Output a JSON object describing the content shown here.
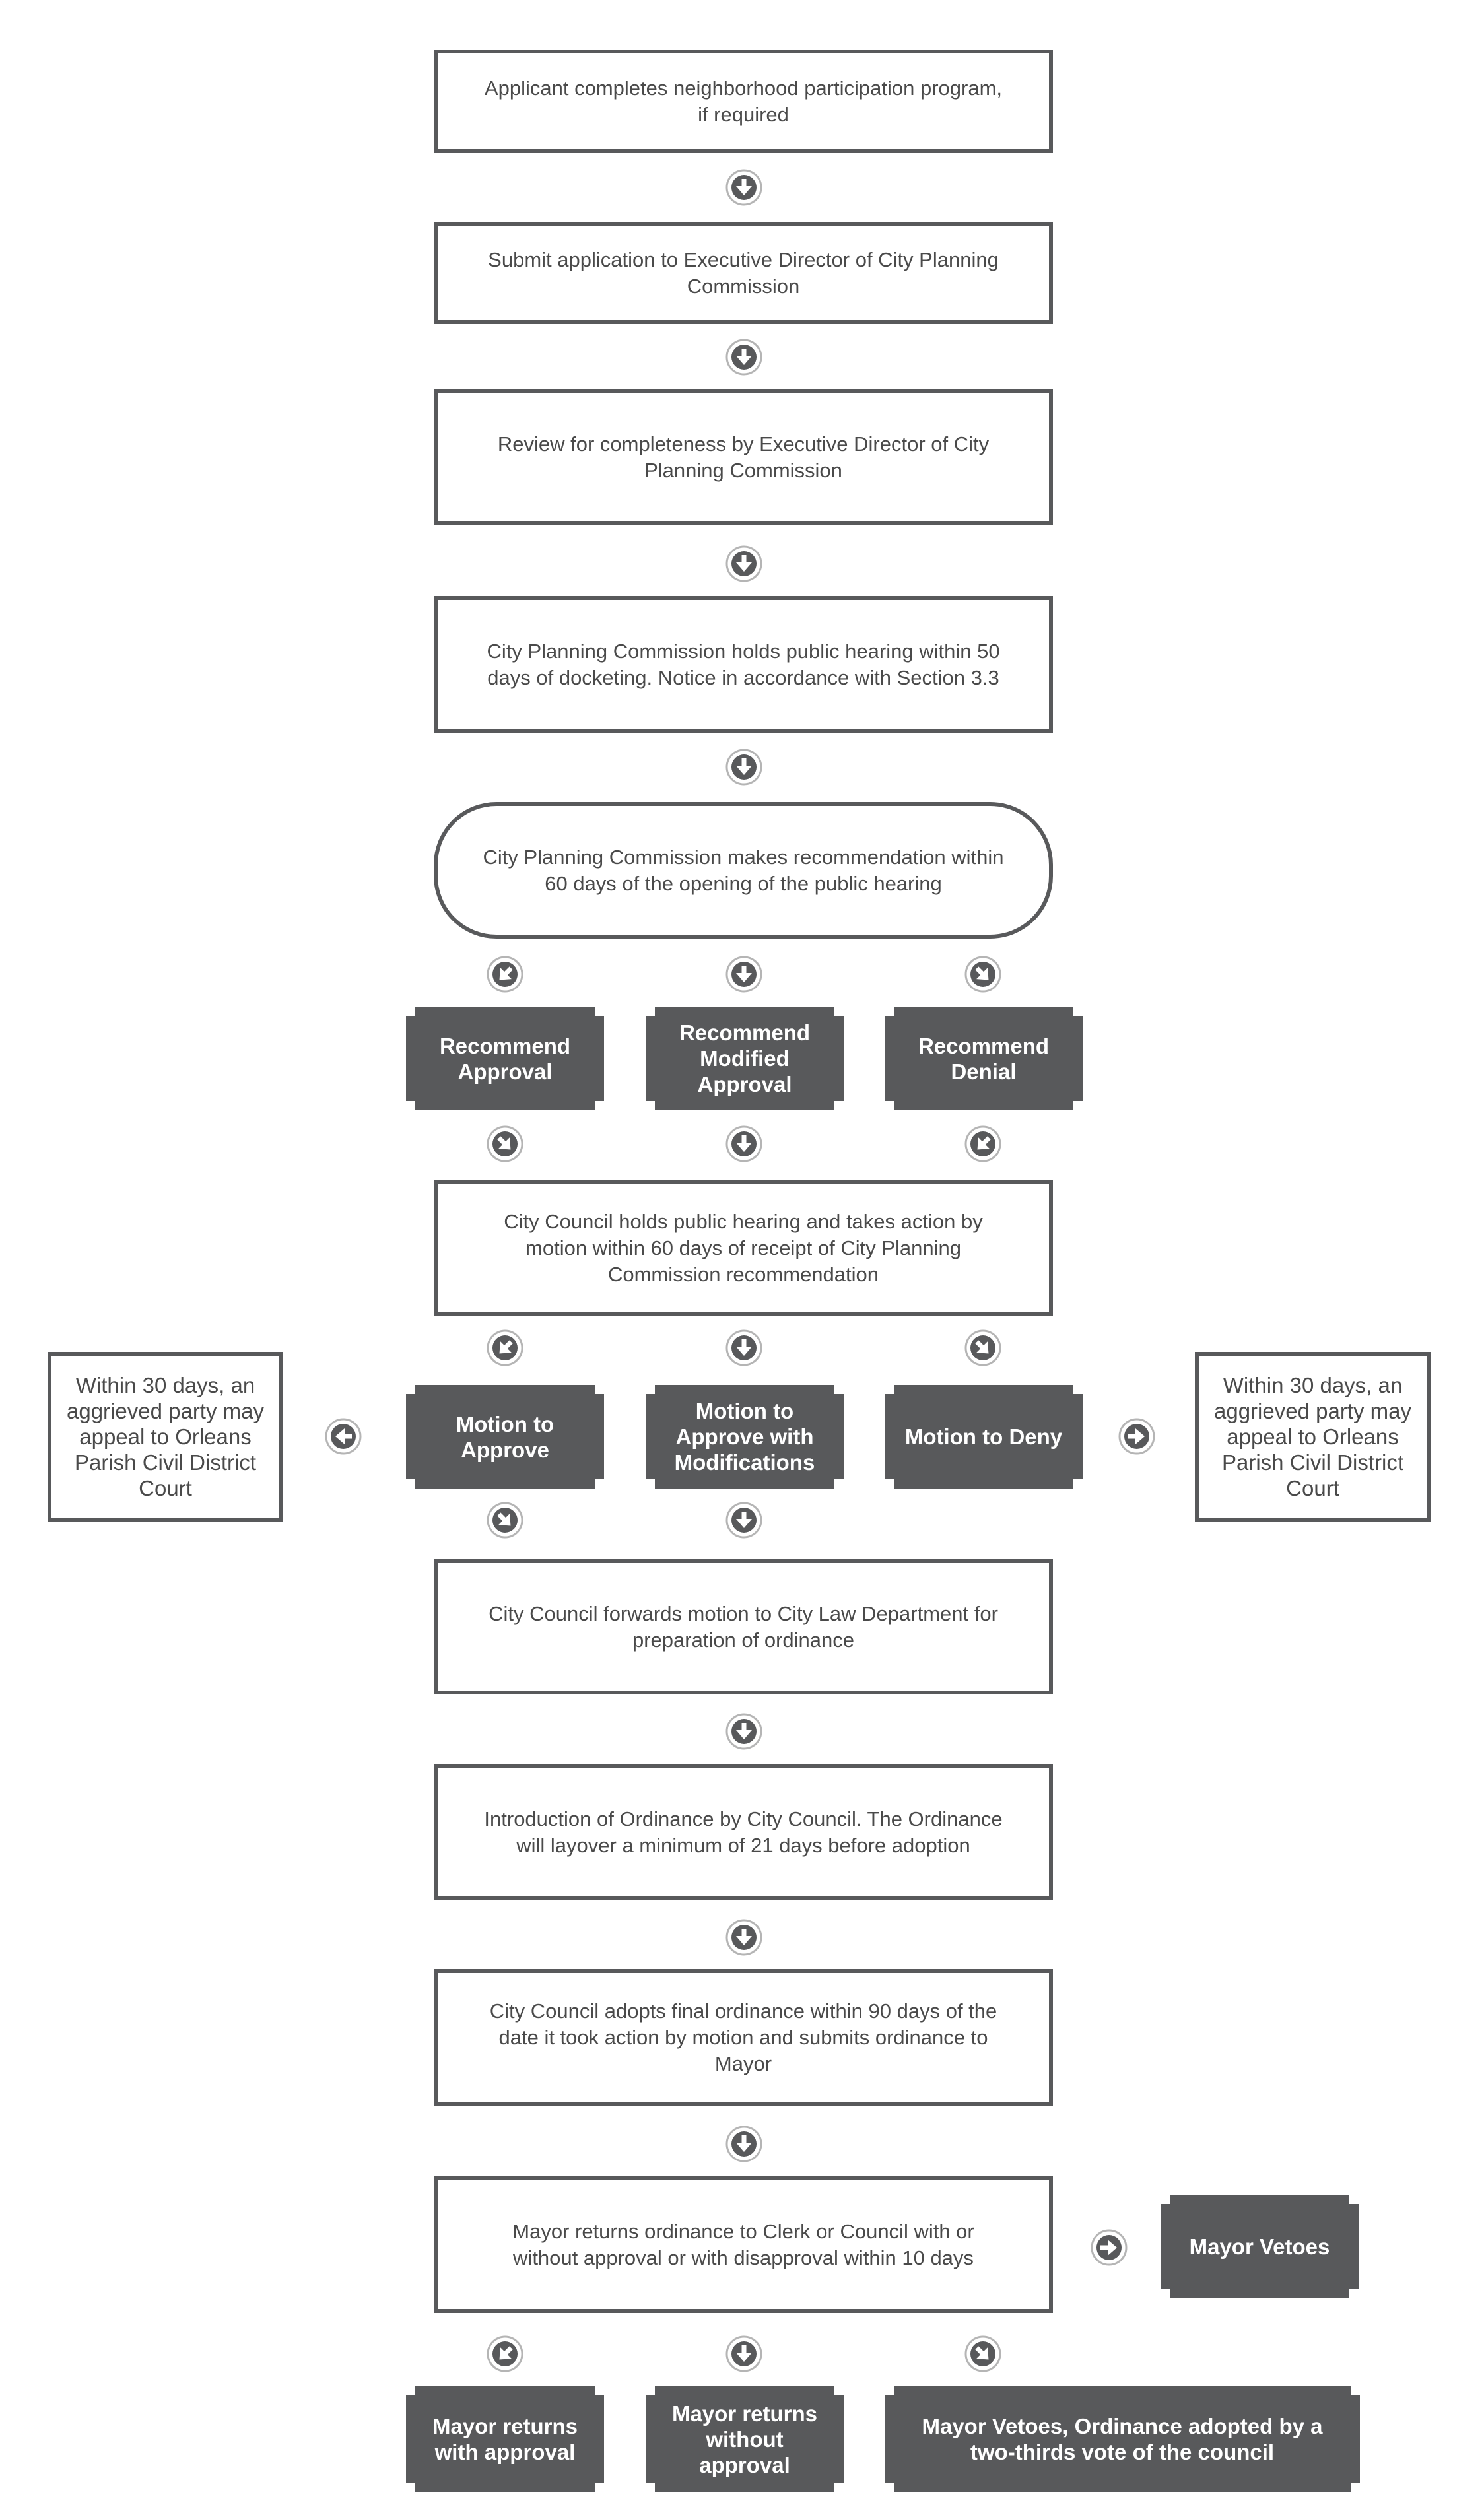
{
  "main_flow": {
    "neighborhood_participation": "Applicant completes neighborhood participation program, if required",
    "submit_application": "Submit application to Executive Director of City Planning Commission",
    "completeness_review": "Review for completeness by Executive Director of City Planning Commission",
    "cpc_public_hearing": "City Planning Commission holds public hearing within 50 days of docketing. Notice in accordance with Section 3.3",
    "cpc_recommendation": "City Planning Commission makes recommendation within 60 days of the opening of the public hearing",
    "council_hearing": "City Council holds public hearing and takes action by motion within 60 days of receipt of City Planning Commission recommendation",
    "council_forwards_motion": "City Council forwards motion to City Law Department for preparation of ordinance",
    "ordinance_introduction": "Introduction of Ordinance by City Council. The Ordinance will layover a minimum of 21 days before adoption",
    "council_adopts_ordinance": "City Council adopts final ordinance within 90 days of the date it took action by motion and submits ordinance to Mayor",
    "mayor_returns_ordinance": "Mayor returns ordinance to Clerk or Council with or without approval or with disapproval within 10 days"
  },
  "recommendations": {
    "approval": "Recommend Approval",
    "modified_approval": "Recommend Modified Approval",
    "denial": "Recommend Denial"
  },
  "motions": {
    "approve": "Motion to Approve",
    "approve_with_modifications": "Motion to Approve with Modifications",
    "deny": "Motion to Deny"
  },
  "appeals": {
    "left": "Within 30 days, an aggrieved party may appeal to Orleans Parish Civil District Court",
    "right": "Within 30 days, an aggrieved party may appeal to Orleans Parish Civil District Court"
  },
  "mayor_outcomes": {
    "vetoes": "Mayor Vetoes",
    "returns_with_approval": "Mayor returns with approval",
    "returns_without_approval": "Mayor returns without approval",
    "veto_override": "Mayor Vetoes, Ordinance adopted by a two-thirds vote of the council"
  },
  "colors": {
    "border": "#58595b",
    "dark_fill": "#58595b",
    "text": "#4a4a4a",
    "arrow_fill": "#58595b"
  },
  "icons": {
    "down": "arrow-down-circle-icon",
    "left": "arrow-left-circle-icon",
    "right": "arrow-right-circle-icon",
    "diagonal_down_left": "arrow-down-left-circle-icon",
    "diagonal_down_right": "arrow-down-right-circle-icon"
  }
}
